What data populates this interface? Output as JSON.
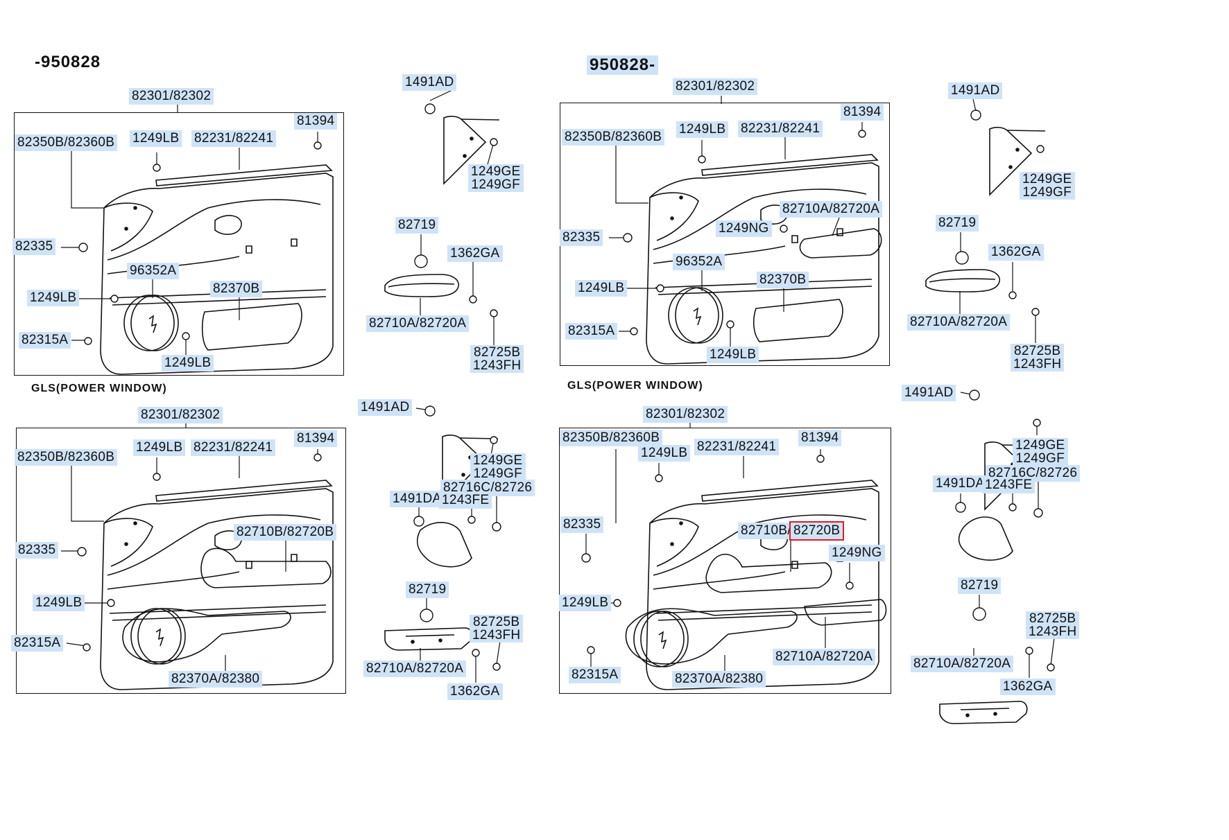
{
  "headings": {
    "left_serial": "-950828",
    "right_serial": "950828-",
    "left_variant": "GLS(POWER WINDOW)",
    "right_variant": "GLS(POWER WINDOW)"
  },
  "quadrants": {
    "tl": {
      "panel": [
        "82301/82302",
        "82350B/82360B",
        "1249LB",
        "82231/82241",
        "81394",
        "82335",
        "96352A",
        "82370B",
        "1249LB",
        "82315A",
        "1249LB"
      ],
      "side": [
        "1491AD",
        "1249GE",
        "1249GF",
        "82719",
        "1362GA",
        "82710A/82720A",
        "82725B",
        "1243FH"
      ]
    },
    "tr": {
      "panel": [
        "82301/82302",
        "82350B/82360B",
        "1249LB",
        "82231/82241",
        "81394",
        "82710A/82720A",
        "1249NG",
        "82335",
        "96352A",
        "1249LB",
        "82370B",
        "82315A",
        "1249LB"
      ],
      "side": [
        "1491AD",
        "1249GE",
        "1249GF",
        "82719",
        "1362GA",
        "82710A/82720A",
        "82725B",
        "1243FH"
      ]
    },
    "bl": {
      "panel": [
        "82301/82302",
        "82350B/82360B",
        "1249LB",
        "82231/82241",
        "81394",
        "82710B/82720B",
        "82335",
        "1249LB",
        "82315A",
        "82370A/82380"
      ],
      "side": [
        "1491AD",
        "1249GE",
        "1249GF",
        "82716C/82726",
        "1491DA",
        "1243FE",
        "82719",
        "82725B",
        "1243FH",
        "82710A/82720A",
        "1362GA"
      ]
    },
    "br": {
      "panel": [
        "82301/82302",
        "82350B/82360B",
        "81394",
        "1249LB",
        "82231/82241",
        "82335",
        "82710B/",
        "82720B",
        "1249NG",
        "1249LB",
        "82315A",
        "82710A/82720A",
        "82370A/82380"
      ],
      "side": [
        "1491AD",
        "1249GE",
        "1249GF",
        "82716C/82726",
        "1491DA",
        "1243FE",
        "82719",
        "82725B",
        "1243FH",
        "82710A/82720A",
        "1362GA"
      ]
    }
  },
  "selected_part": "82720B",
  "colors": {
    "label_bg": "#cfe3f6",
    "line": "#111111",
    "selection": "#e01b24"
  }
}
